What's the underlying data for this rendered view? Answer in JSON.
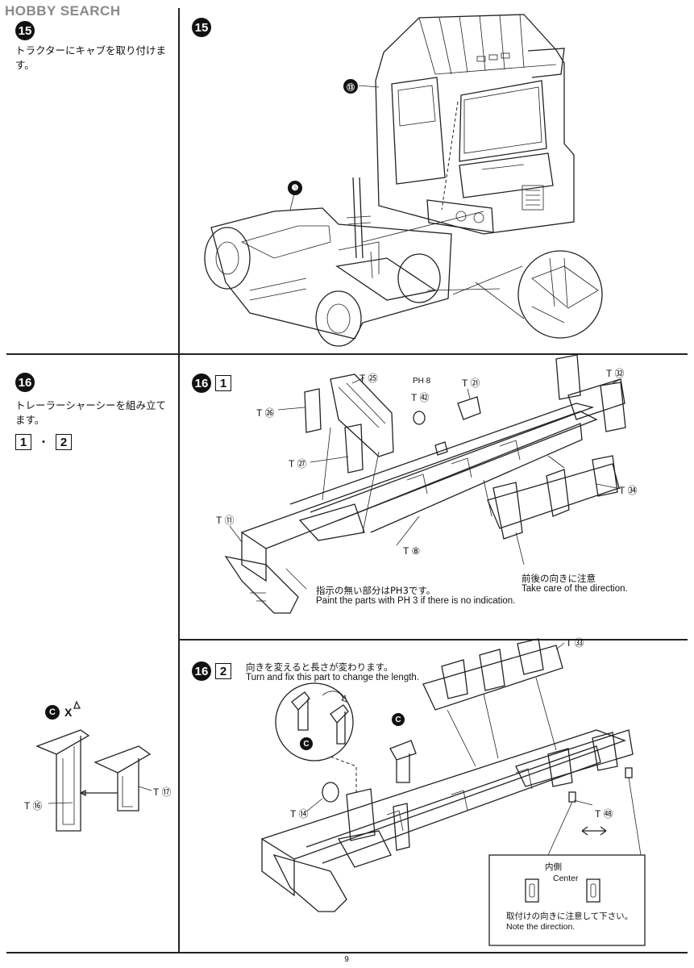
{
  "header": {
    "logo": "HOBBY SEARCH"
  },
  "left": {
    "step15": {
      "num": "15",
      "text": "トラクターにキャブを取り付けます。"
    },
    "step16": {
      "num": "16",
      "text": "トレーラーシャーシーを組み立てます。",
      "sub1": "1",
      "dot": "・",
      "sub2": "2"
    },
    "inset": {
      "runner": "C",
      "cross": "X",
      "t16": "T ⑯",
      "t17": "T ⑰"
    }
  },
  "step15": {
    "num": "15",
    "callout_13": "⑬",
    "callout_5": "❺"
  },
  "step16_1": {
    "num": "16",
    "sub": "1",
    "parts": {
      "t25": "T ㉕",
      "t26": "T ㉖",
      "t27": "T ㉗",
      "t11": "T ⑪",
      "t8": "T ⑧",
      "t21": "T ㉑",
      "t42": "T ㊷",
      "ph8": "PH 8",
      "t32": "T ㉜",
      "t34": "T ㉞"
    },
    "note_paint_jp": "指示の無い部分はPH3です。",
    "note_paint_en": "Paint the parts with PH 3 if there is no indication.",
    "note_dir_jp": "前後の向きに注意",
    "note_dir_en": "Take care of the direction."
  },
  "step16_2": {
    "num": "16",
    "sub": "2",
    "note_jp": "向きを変えると長さが変わります。",
    "note_en": "Turn and fix this part to change the length.",
    "parts": {
      "t33": "T ㉝",
      "t14": "T ⑭",
      "t67": "T ㊽"
    },
    "runner_c": "C",
    "box": {
      "title_jp": "内側",
      "title_en": "Center",
      "note_jp": "取付けの向きに注意して下さい。",
      "note_en": "Note the direction."
    }
  },
  "footer": {
    "page": "9"
  }
}
